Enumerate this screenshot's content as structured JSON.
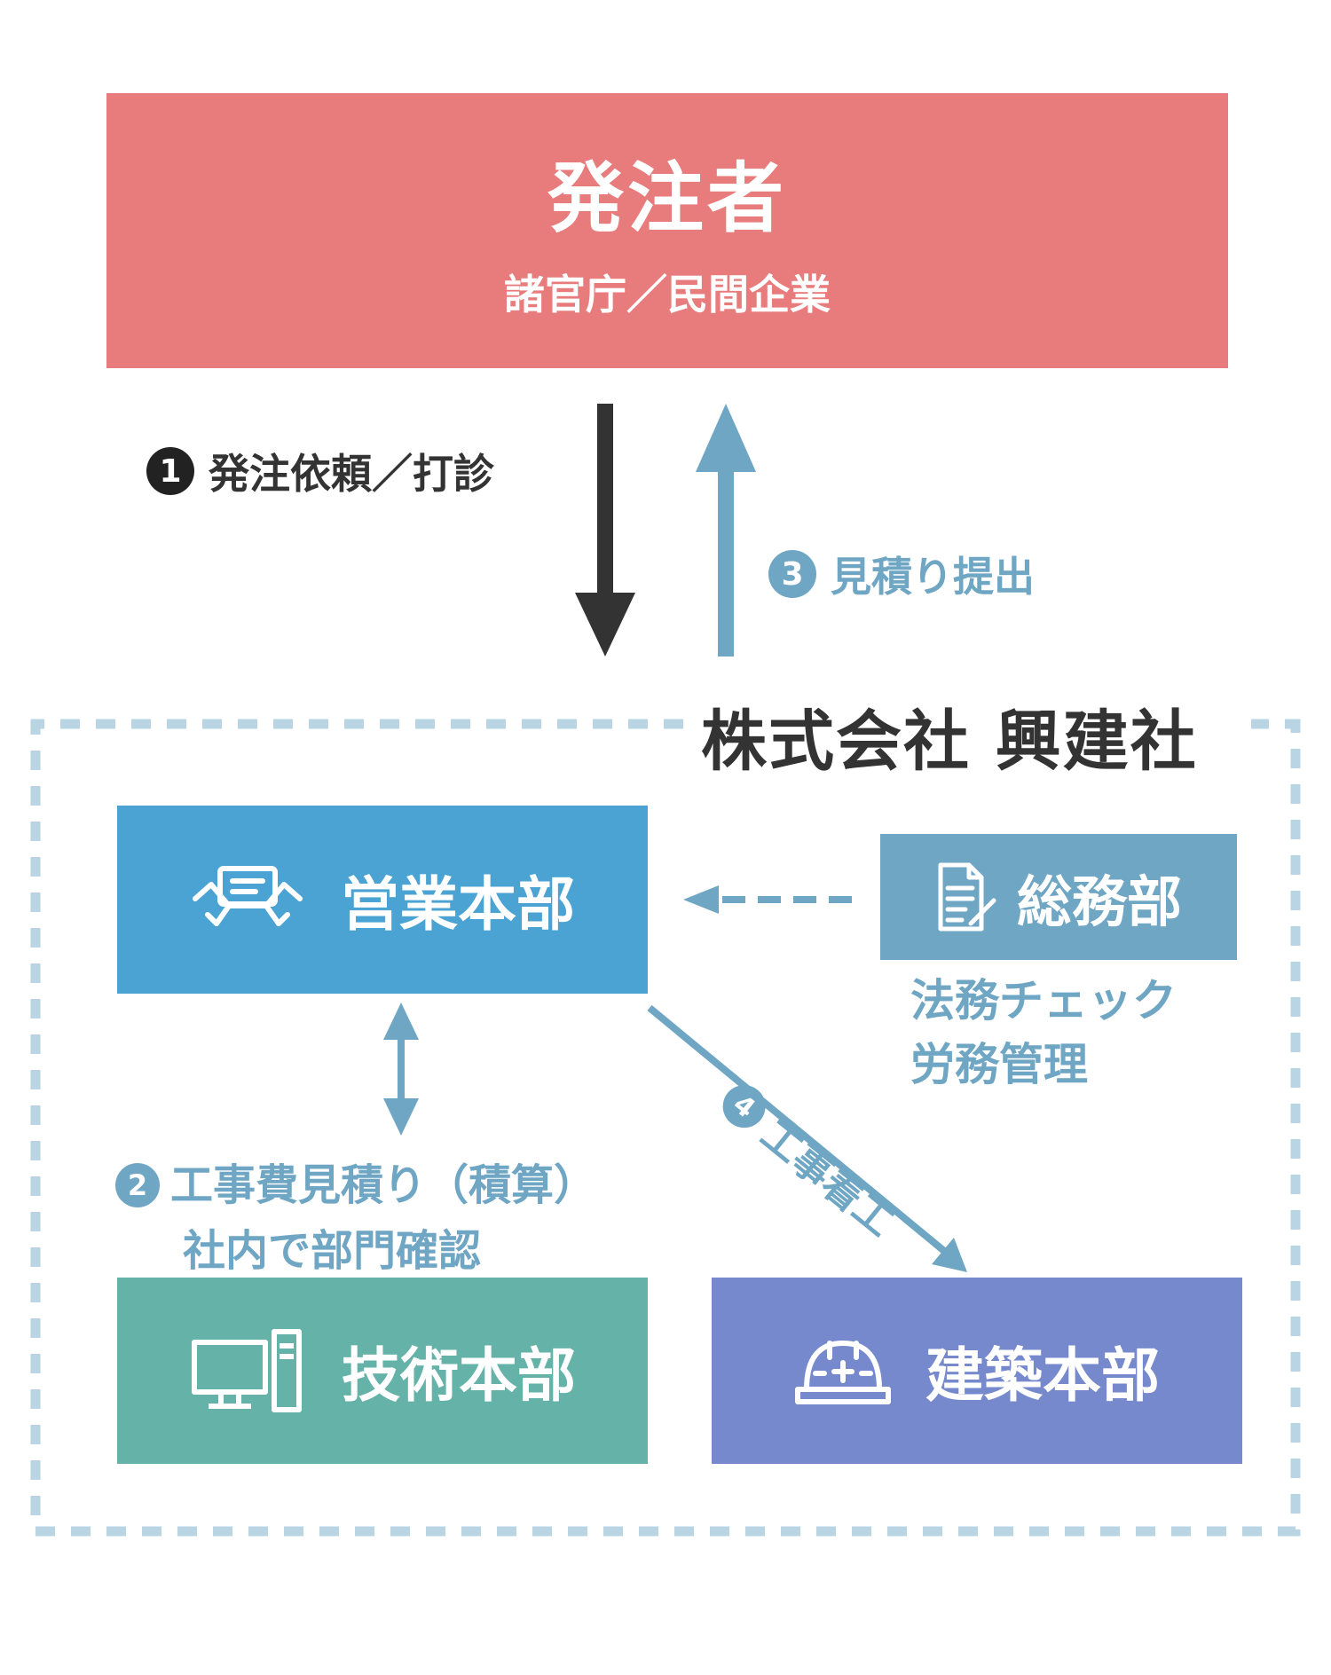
{
  "client": {
    "title": "発注者",
    "subtitle": "諸官庁／民間企業"
  },
  "flow": {
    "step1_num": "1",
    "step1_label": "発注依頼／打診",
    "step3_num": "3",
    "step3_label": "見積り提出",
    "step2_num": "2",
    "step2_line1": "工事費見積り（積算）",
    "step2_line2": "社内で部門確認",
    "step4_num": "4",
    "step4_label": "工事着工"
  },
  "company": {
    "name": "株式会社 興建社"
  },
  "departments": {
    "sales": "営業本部",
    "general": "総務部",
    "general_note_line1": "法務チェック",
    "general_note_line2": "労務管理",
    "tech": "技術本部",
    "construction": "建築本部"
  },
  "colors": {
    "client": "#E87B7B",
    "sales": "#4BA3D3",
    "general": "#6FA6C4",
    "tech": "#65B2A8",
    "construction": "#7689CC",
    "arrow_dark": "#333333",
    "arrow_light": "#6FA6C4",
    "border": "#B9D4E3"
  },
  "icons": {
    "sales": "handshake-icon",
    "general": "document-pen-icon",
    "tech": "computer-icon",
    "construction": "hard-hat-icon"
  }
}
